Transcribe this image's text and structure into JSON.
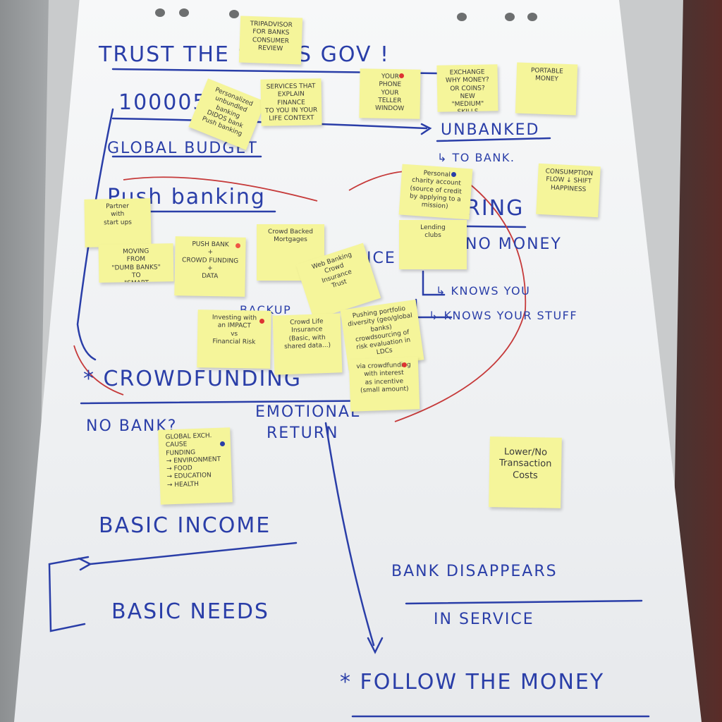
{
  "board": {
    "title": "TRUST THE SWISS GOV !",
    "labels": [
      {
        "id": "l1",
        "text": "100005"
      },
      {
        "id": "l2",
        "text": "GLOBAL BUDGET"
      },
      {
        "id": "l3",
        "text": "UNBANKED"
      },
      {
        "id": "l4",
        "text": "↳ TO BANK."
      },
      {
        "id": "l5",
        "text": "Push banking"
      },
      {
        "id": "l6",
        "text": "RING"
      },
      {
        "id": "l7",
        "text": "NO MONEY"
      },
      {
        "id": "l8",
        "text": "ICE"
      },
      {
        "id": "l9",
        "text": "↳ KNOWS YOU"
      },
      {
        "id": "l10",
        "text": "↳ KNOWS YOUR STUFF"
      },
      {
        "id": "l11",
        "text": "BACKUP"
      },
      {
        "id": "l12",
        "text": "* CROWDFUNDING"
      },
      {
        "id": "l13",
        "text": "NO BANK?"
      },
      {
        "id": "l14",
        "text": "EMOTIONAL"
      },
      {
        "id": "l15",
        "text": "RETURN"
      },
      {
        "id": "l16",
        "text": "BASIC INCOME"
      },
      {
        "id": "l17",
        "text": "BASIC NEEDS"
      },
      {
        "id": "l18",
        "text": "BANK DISAPPEARS"
      },
      {
        "id": "l19",
        "text": "IN SERVICE"
      },
      {
        "id": "l20",
        "text": "* FOLLOW THE MONEY"
      }
    ],
    "notes": [
      {
        "id": "n1",
        "text": "TRIPADVISOR\nFOR BANKS\nCONSUMER\nREVIEW"
      },
      {
        "id": "n2",
        "text": "Personalized\nunbundled banking\nDIDOS bank\nPush banking"
      },
      {
        "id": "n3",
        "text": "SERVICES THAT\nEXPLAIN FINANCE\nTO YOU IN YOUR\nLIFE CONTEXT"
      },
      {
        "id": "n4",
        "text": "YOUR\nPHONE\nYOUR\nTELLER\nWINDOW"
      },
      {
        "id": "n5",
        "text": "EXCHANGE\nWHY MONEY?\nOR COINS?\nNEW\n\"MEDIUM\"\nSKILLS"
      },
      {
        "id": "n6",
        "text": "PORTABLE\nMONEY"
      },
      {
        "id": "n7",
        "text": "Personal\ncharity account\n(source of credit\nby applying to a mission)"
      },
      {
        "id": "n8",
        "text": "CONSUMPTION\nFLOW ↓ SHIFT\nHAPPINESS"
      },
      {
        "id": "n9",
        "text": "Partner\nwith\nstart ups"
      },
      {
        "id": "n10",
        "text": "MOVING\nFROM\n\"DUMB BANKS\"\nTO\n\"SMART\nBANKS\""
      },
      {
        "id": "n11",
        "text": "PUSH BANK\n+\nCROWD FUNDING\n+\nDATA"
      },
      {
        "id": "n12",
        "text": "Crowd Backed\nMortgages"
      },
      {
        "id": "n13",
        "text": "Lending\nclubs"
      },
      {
        "id": "n14",
        "text": "Web Banking\nCrowd\nInsurance\nTrust"
      },
      {
        "id": "n15",
        "text": "Investing with\nan IMPACT\nvs\nFinancial Risk"
      },
      {
        "id": "n16",
        "text": "Crowd Life\nInsurance\n(Basic, with\nshared data...)"
      },
      {
        "id": "n17",
        "text": "Pushing portfolio\ndiversity (geo/global\nbanks)\ncrowdsourcing of\nrisk evaluation in\nLDCs"
      },
      {
        "id": "n18",
        "text": "via crowdfunding\nwith interest\nas incentive\n(small amount)"
      },
      {
        "id": "n19",
        "text": "GLOBAL EXCH.\nCAUSE\nFUNDING\n→ ENVIRONMENT\n→ FOOD\n→ EDUCATION\n→ HEALTH"
      },
      {
        "id": "n20",
        "text": "Lower/No\nTransaction\nCosts"
      }
    ]
  },
  "colors": {
    "ink": "#2a3ea8",
    "red_ink": "#c63a3a",
    "sticky": "#f5f59a",
    "paper": "#f2f3f5"
  }
}
